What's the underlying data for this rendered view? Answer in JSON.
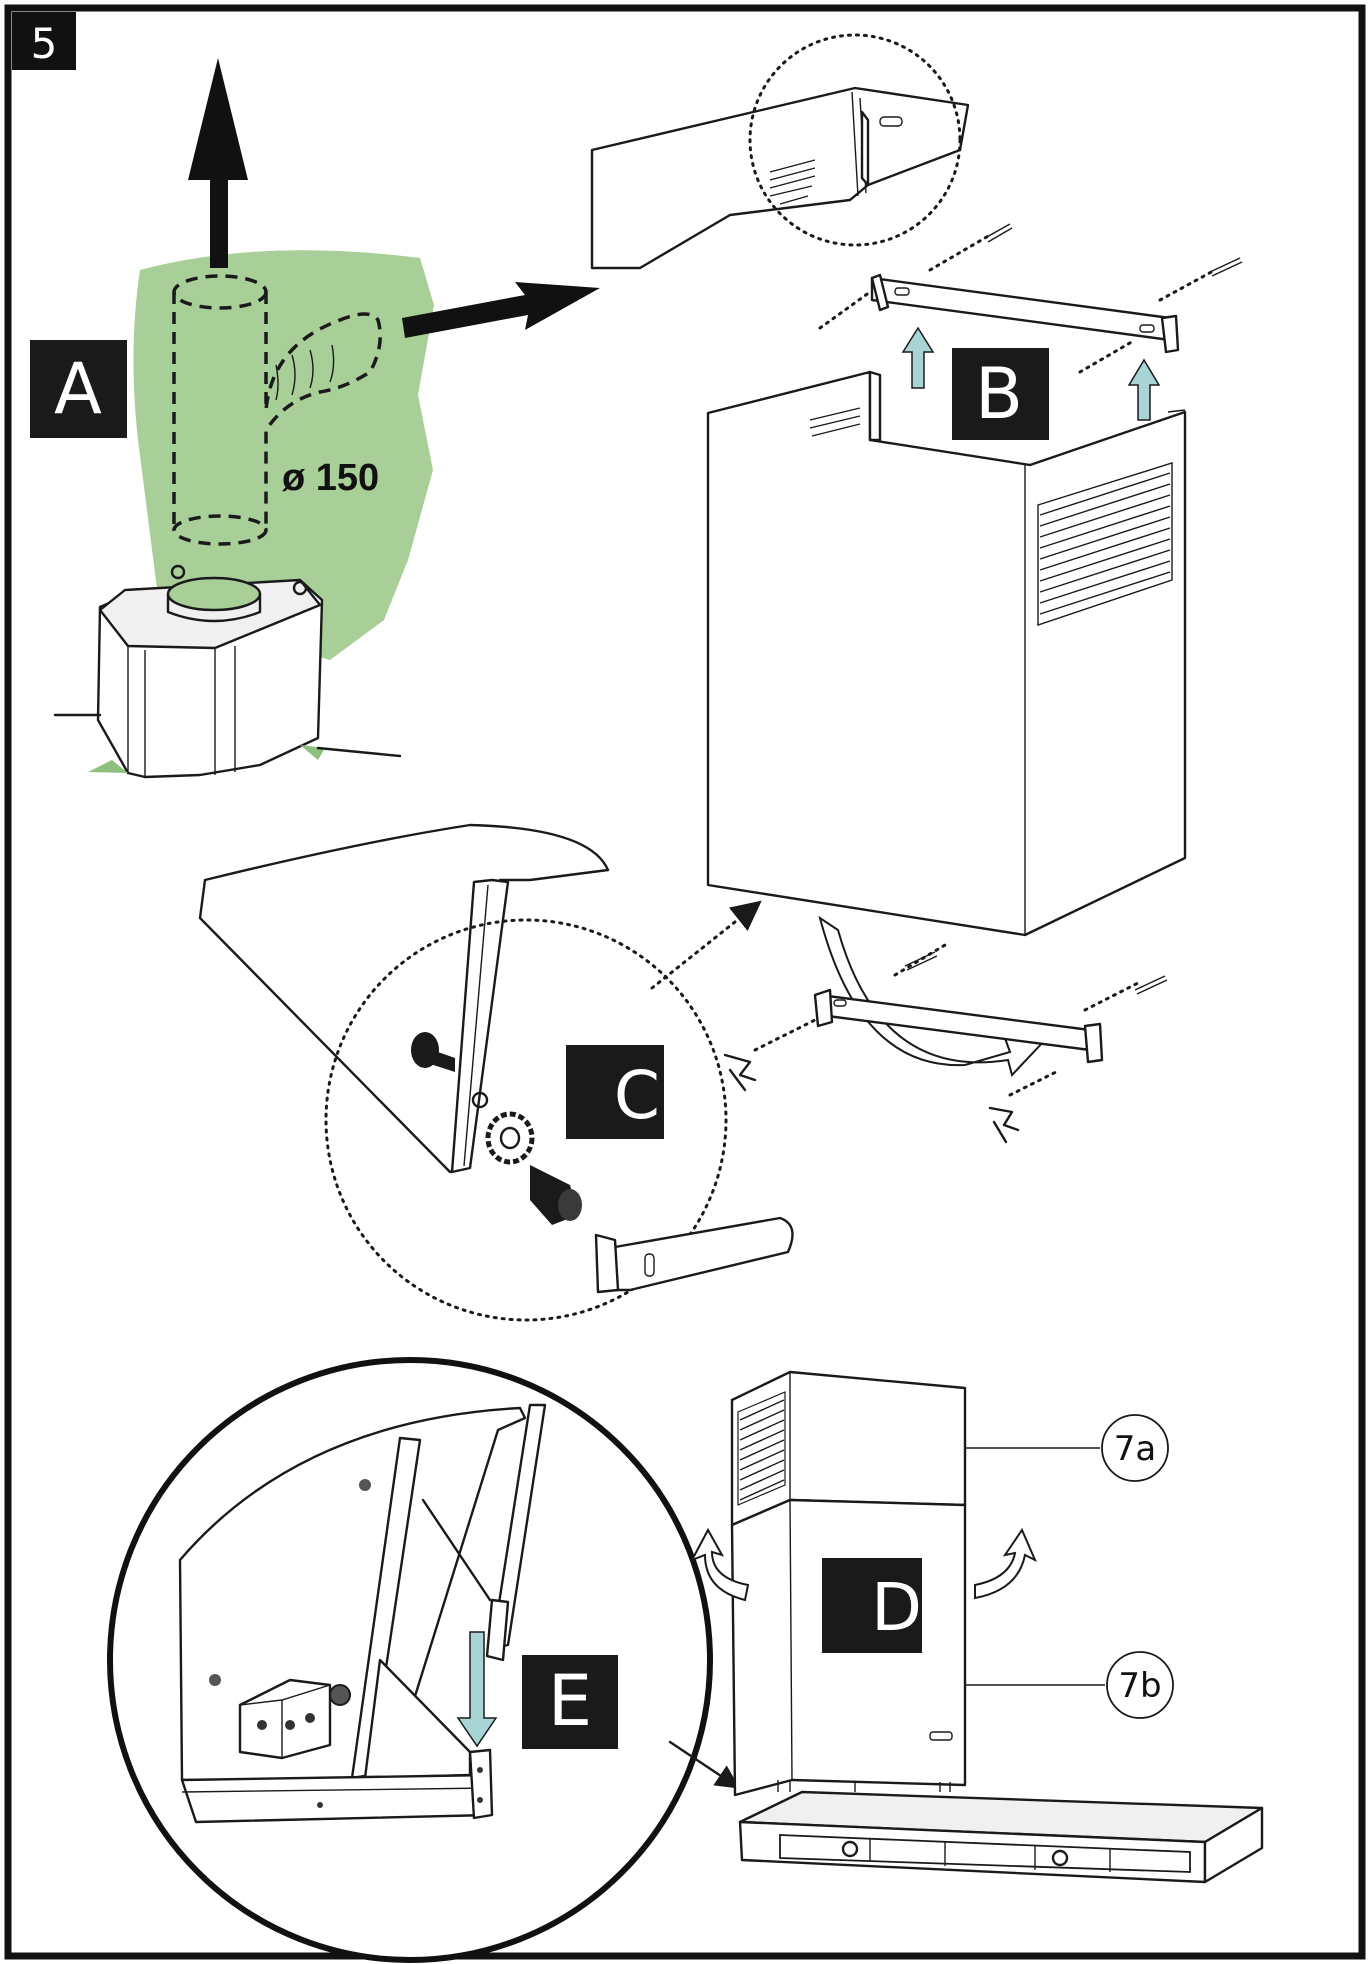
{
  "step_number": "5",
  "labels": {
    "a": "A",
    "b": "B",
    "c": "C",
    "d": "D",
    "e": "E"
  },
  "duct_diameter": "ø 150",
  "callouts": {
    "upper_chimney": "7a",
    "lower_chimney": "7b"
  },
  "colors": {
    "wall_green": "#a8cf97",
    "arrow_blue": "#a9d4d6",
    "label_bg": "#1a1a1a",
    "ink": "#1a1a1a"
  }
}
